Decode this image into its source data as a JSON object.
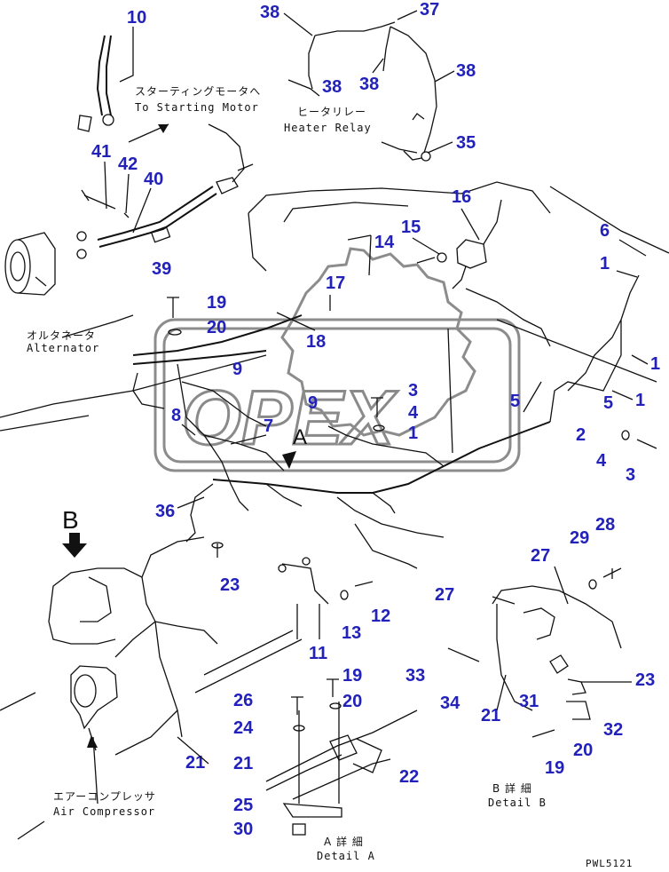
{
  "diagram": {
    "labels": {
      "starting_motor_jp": "スターティングモータへ",
      "starting_motor_en": "To Starting Motor",
      "heater_relay_jp": "ヒータリレー",
      "heater_relay_en": "Heater Relay",
      "alternator_jp": "オルタネータ",
      "alternator_en": "Alternator",
      "air_compressor_jp": "エアーコンプレッサ",
      "air_compressor_en": "Air Compressor",
      "detail_a_jp": "A 詳 細",
      "detail_a_en": "Detail A",
      "detail_b_jp": "B 詳 細",
      "detail_b_en": "Detail B",
      "view_a": "A",
      "view_b": "B",
      "watermark": "OPEX",
      "code": "PWL5121"
    },
    "callouts": [
      "10",
      "38",
      "37",
      "38",
      "38",
      "38",
      "35",
      "41",
      "42",
      "40",
      "39",
      "16",
      "15",
      "14",
      "6",
      "1",
      "17",
      "18",
      "19",
      "20",
      "9",
      "9",
      "3",
      "4",
      "1",
      "5",
      "1",
      "5",
      "1",
      "2",
      "4",
      "3",
      "8",
      "7",
      "36",
      "23",
      "11",
      "12",
      "13",
      "27",
      "29",
      "28",
      "27",
      "33",
      "34",
      "21",
      "31",
      "23",
      "32",
      "19",
      "20",
      "26",
      "20",
      "24",
      "21",
      "22",
      "25",
      "30",
      "21",
      "19"
    ],
    "callout_color": "#2222bb"
  }
}
